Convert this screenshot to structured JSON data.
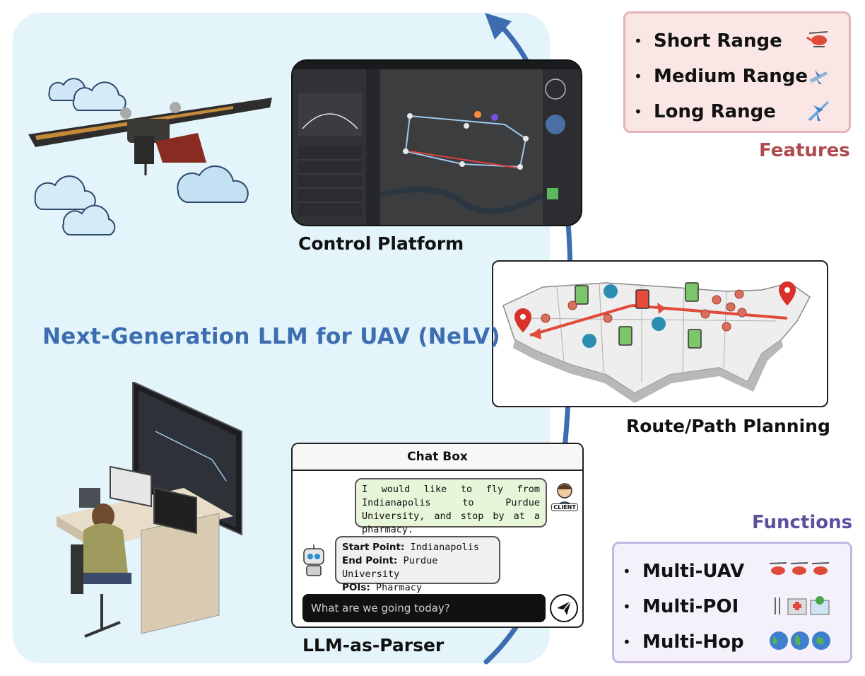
{
  "title": "Next-Generation LLM for UAV (NeLV)",
  "captions": {
    "control_platform": "Control Platform",
    "route_planning": "Route/Path Planning",
    "llm_parser": "LLM-as-Parser"
  },
  "features": {
    "heading": "Features",
    "items": [
      {
        "label": "Short Range",
        "icon": "helicopter-icon"
      },
      {
        "label": "Medium Range",
        "icon": "small-plane-icon"
      },
      {
        "label": "Long Range",
        "icon": "airplane-icon"
      }
    ]
  },
  "functions": {
    "heading": "Functions",
    "items": [
      {
        "label": "Multi-UAV",
        "icon": "three-helicopters-icon"
      },
      {
        "label": "Multi-POI",
        "icon": "restaurant-hospital-store-icon"
      },
      {
        "label": "Multi-Hop",
        "icon": "three-globes-icon"
      }
    ]
  },
  "chat": {
    "header": "Chat Box",
    "client_message": "I would like to fly from Indianapolis to Purdue University, and stop by at a pharmacy.",
    "client_badge": "CLIENT",
    "bot": {
      "start_label": "Start Point:",
      "start_value": "Indianapolis",
      "end_label": "End Point:",
      "end_value": "Purdue University",
      "poi_label": "POIs:",
      "poi_value": "Pharmacy"
    },
    "input_placeholder": "What are we going today?"
  },
  "colors": {
    "panel_bg": "#e3f4fb",
    "flow_arrow": "#3d6cb1",
    "title": "#3e6eb2",
    "features_accent": "#b04a4e",
    "functions_accent": "#5e4f9f",
    "route_arrow": "#e14b3b"
  }
}
